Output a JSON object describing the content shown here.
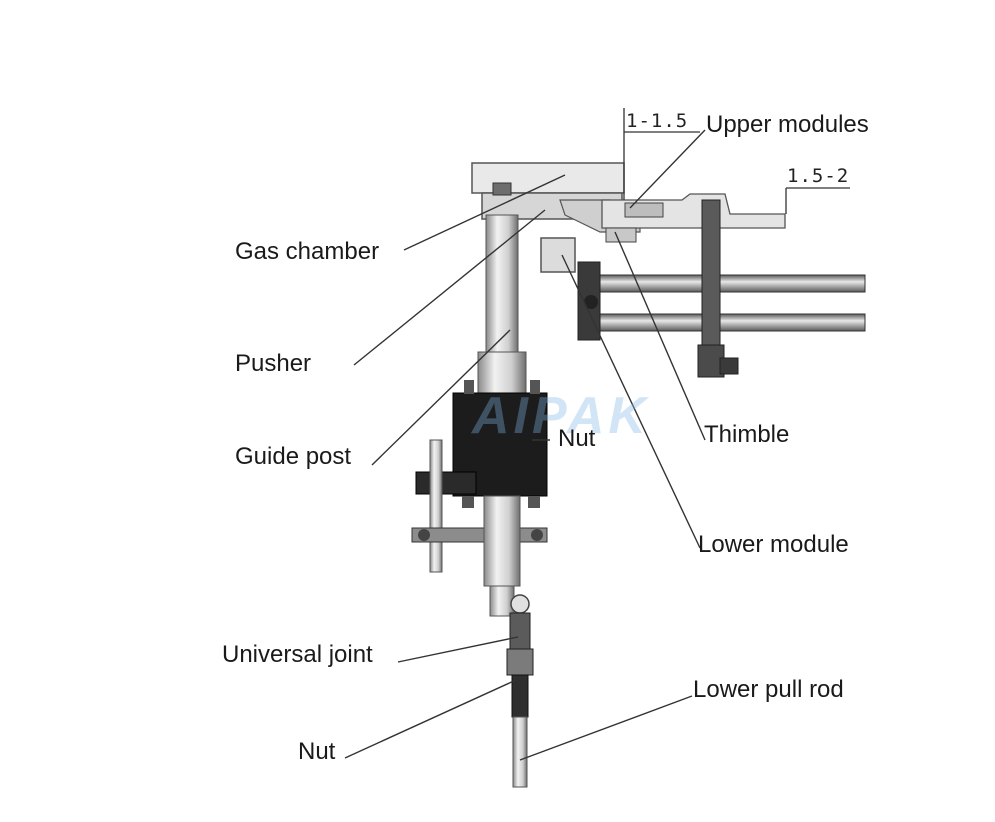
{
  "watermark": "AIPAK",
  "dimensions": {
    "upper": "1-1.5",
    "right": "1.5-2"
  },
  "labels": {
    "upper_modules": "Upper modules",
    "gas_chamber": "Gas chamber",
    "pusher": "Pusher",
    "guide_post": "Guide post",
    "nut_top": "Nut",
    "thimble": "Thimble",
    "lower_module": "Lower module",
    "universal_joint": "Universal joint",
    "lower_pull_rod": "Lower pull rod",
    "nut_bottom": "Nut"
  },
  "colors": {
    "line": "#333333",
    "steel_light": "#e6e6e6",
    "steel_mid": "#9c9c9c",
    "steel_dark": "#404040",
    "block": "#1c1c1c",
    "watermark": "#7fb6e6"
  }
}
